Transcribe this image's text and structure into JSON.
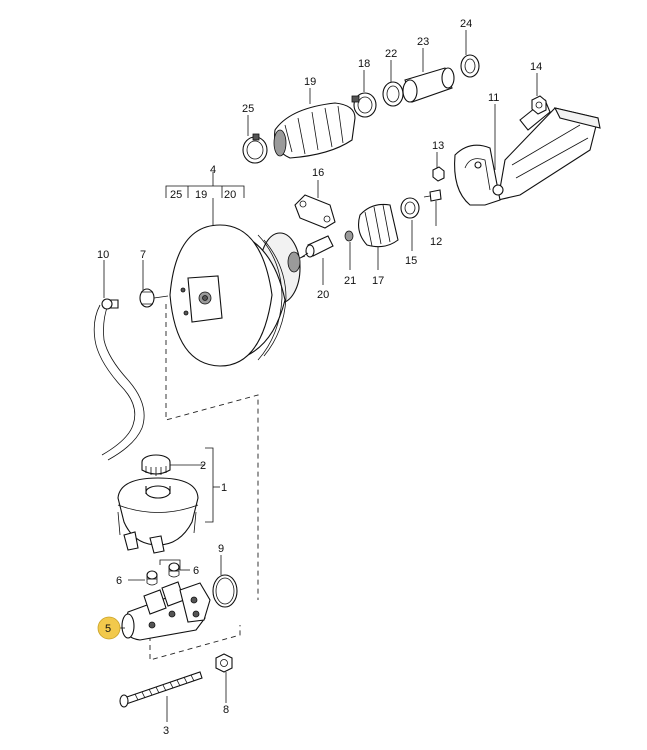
{
  "diagram": {
    "callouts": {
      "c1": "1",
      "c2": "2",
      "c3": "3",
      "c4": "4",
      "c5": "5",
      "c6a": "6",
      "c6b": "6",
      "c7": "7",
      "c8": "8",
      "c9": "9",
      "c10": "10",
      "c11": "11",
      "c12": "12",
      "c13": "13",
      "c14": "14",
      "c15": "15",
      "c16": "16",
      "c17": "17",
      "c18": "18",
      "c19": "19",
      "c20": "20",
      "c21": "21",
      "c22": "22",
      "c23": "23",
      "c24": "24",
      "c25": "25",
      "g4a": "25",
      "g4b": "19",
      "g4c": "20"
    },
    "highlight_color": "#f2c94c"
  }
}
